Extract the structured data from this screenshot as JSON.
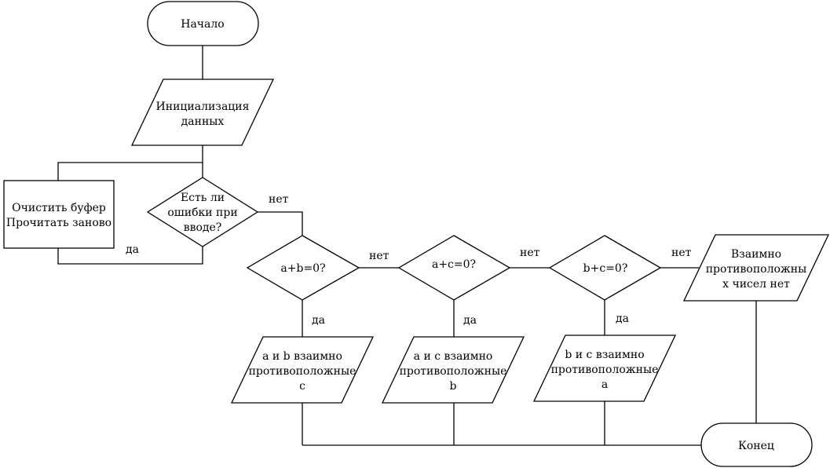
{
  "nodes": {
    "start": "Начало",
    "init": [
      "Инициализация",
      "данных"
    ],
    "error_check": [
      "Есть ли",
      "ошибки при",
      "вводе?"
    ],
    "clear_buffer": [
      "Очистить буфер",
      "Прочитать заново"
    ],
    "check_ab": "a+b=0?",
    "check_ac": "a+c=0?",
    "check_bc": "b+c=0?",
    "out_ab": [
      "a и b взаимно",
      "противоположные",
      "c"
    ],
    "out_ac": [
      "a и c взаимно",
      "противоположные",
      "b"
    ],
    "out_bc": [
      "b и c взаимно",
      "противоположные",
      "a"
    ],
    "out_none": [
      "Взаимно",
      "противоположны",
      "х чисел нет"
    ],
    "end": "Конец"
  },
  "edges": {
    "error_no": "нет",
    "error_yes": "да",
    "ab_no": "нет",
    "ab_yes": "да",
    "ac_no": "нет",
    "ac_yes": "да",
    "bc_no": "нет",
    "bc_yes": "да"
  }
}
